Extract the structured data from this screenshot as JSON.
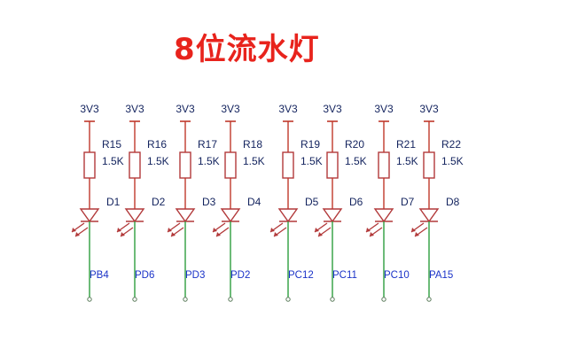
{
  "title": "8位流水灯",
  "colors": {
    "title": "#e8231c",
    "wire_red": "#c0392b",
    "wire_green": "#2e9e3e",
    "component": "#b2393a",
    "label_dark": "#13235e",
    "net_label": "#1b33c8",
    "led_arrows": "#b2393a",
    "terminal": "#5a7a5a"
  },
  "channels": [
    {
      "power": "3V3",
      "resistor": "R15",
      "value": "1.5K",
      "led": "D1",
      "net": "PB4"
    },
    {
      "power": "3V3",
      "resistor": "R16",
      "value": "1.5K",
      "led": "D2",
      "net": "PD6"
    },
    {
      "power": "3V3",
      "resistor": "R17",
      "value": "1.5K",
      "led": "D3",
      "net": "PD3"
    },
    {
      "power": "3V3",
      "resistor": "R18",
      "value": "1.5K",
      "led": "D4",
      "net": "PD2"
    },
    {
      "power": "3V3",
      "resistor": "R19",
      "value": "1.5K",
      "led": "D5",
      "net": "PC12"
    },
    {
      "power": "3V3",
      "resistor": "R20",
      "value": "1.5K",
      "led": "D6",
      "net": "PC11"
    },
    {
      "power": "3V3",
      "resistor": "R21",
      "value": "1.5K",
      "led": "D7",
      "net": "PC10"
    },
    {
      "power": "3V3",
      "resistor": "R22",
      "value": "1.5K",
      "led": "D8",
      "net": "PA15"
    }
  ]
}
